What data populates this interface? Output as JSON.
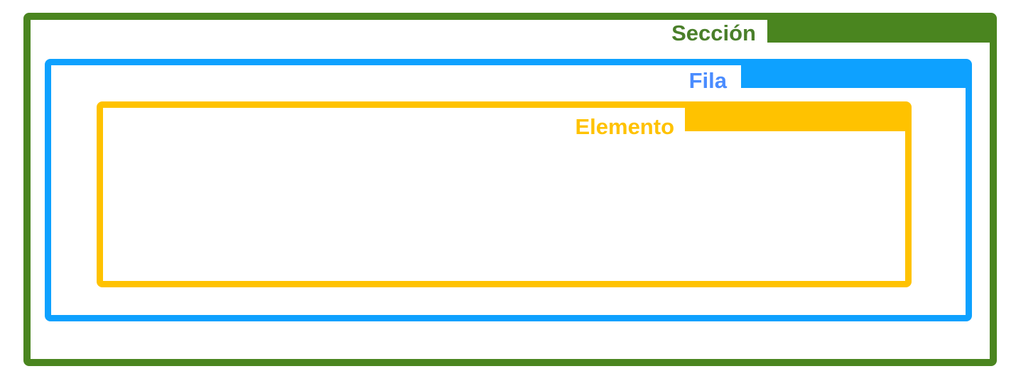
{
  "diagram": {
    "section": {
      "label": "Sección",
      "color": "#4a851f"
    },
    "row": {
      "label": "Fila",
      "color": "#0ea1ff"
    },
    "element": {
      "label": "Elemento",
      "color": "#ffc200"
    }
  }
}
